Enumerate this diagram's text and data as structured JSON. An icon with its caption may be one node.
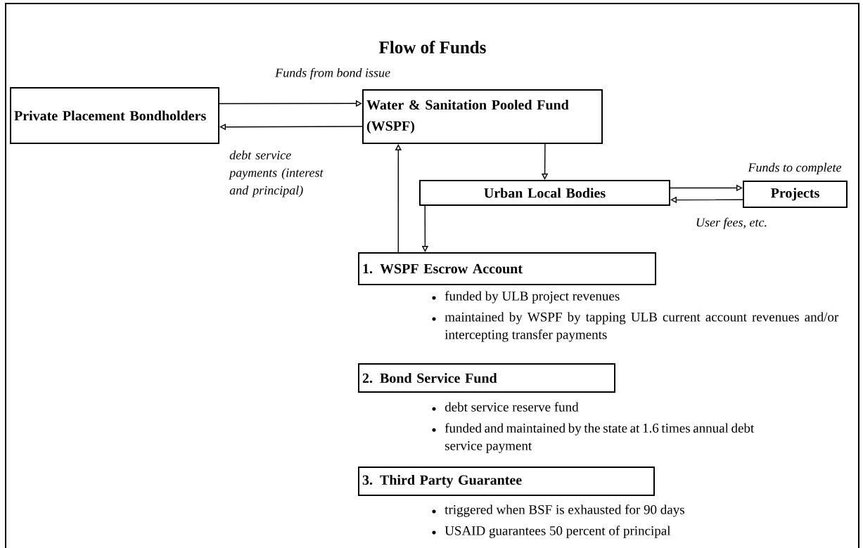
{
  "diagram": {
    "title": "Flow of Funds",
    "nodes": [
      {
        "text": [
          "Private Placement Bondholders"
        ]
      },
      {
        "text": [
          "Water & Sanitation Pooled Fund (WSPF)"
        ]
      },
      {
        "text": [
          "Urban Local Bodies"
        ]
      },
      {
        "text": [
          "Projects"
        ]
      },
      {
        "text": [
          "1. WSPF Escrow Account"
        ],
        "beside": [
          "funded by ULB project revenues",
          "maintained by WSPF by tapping ULB current account revenues and/or intercepting transfer payments"
        ]
      },
      {
        "text": [
          "2. Bond Service Fund"
        ],
        "beside": [
          "debt service reserve fund",
          "funded and maintained by the state at 1.6 times annual debt service payment"
        ]
      },
      {
        "text": [
          "3. Third Party Guarantee"
        ],
        "beside": [
          "triggered when BSF is exhausted for 90 days",
          "USAID guarantees 50 percent of principal"
        ]
      }
    ],
    "edges": [
      {
        "from": 0,
        "to": 1,
        "arrow": "to",
        "label": "Funds from bond issue"
      },
      {
        "from": 1,
        "to": 0,
        "arrow": "to",
        "label": "debt service payments (interest and principal)"
      },
      {
        "from": 1,
        "to": 2,
        "arrow": "to"
      },
      {
        "from": 2,
        "to": 3,
        "arrow": "to",
        "label": "Funds to complete"
      },
      {
        "from": 3,
        "to": 2,
        "arrow": "to",
        "label": "User fees, etc."
      },
      {
        "from": 2,
        "to": 4,
        "arrow": "to"
      },
      {
        "from": 4,
        "to": 1,
        "arrow": "to"
      }
    ]
  }
}
